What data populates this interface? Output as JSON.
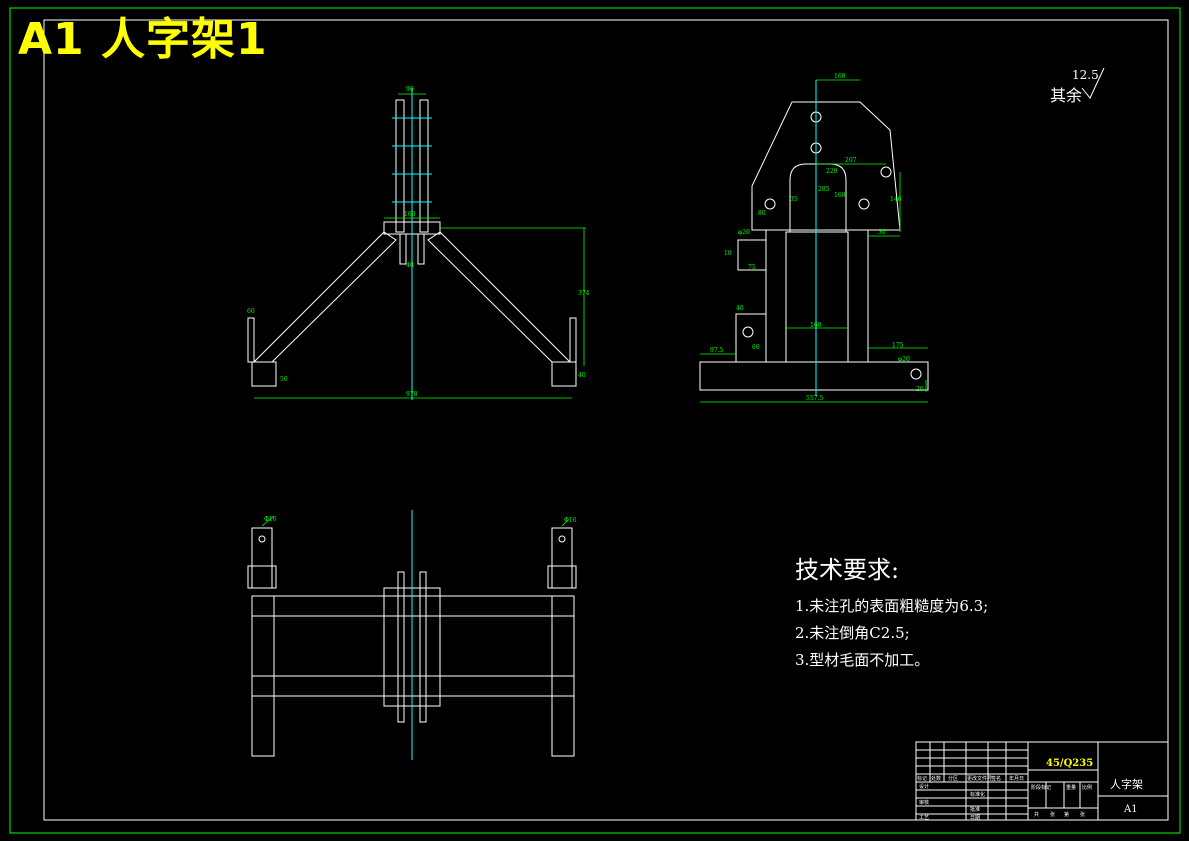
{
  "drawing": {
    "title": "A1  人字架1",
    "roughness_label": "其余",
    "roughness_value": "12.5"
  },
  "tech_requirements": {
    "title": "技术要求:",
    "items": [
      "1.未注孔的表面粗糙度为6.3;",
      "2.未注倒角C2.5;",
      "3.型材毛面不加工。"
    ]
  },
  "front_view": {
    "dims": [
      "90",
      "160",
      "40",
      "374",
      "978",
      "50",
      "40",
      "60"
    ]
  },
  "side_view": {
    "dims": [
      "160",
      "207",
      "220",
      "285",
      "160",
      "35",
      "80",
      "146",
      "30",
      "φ20",
      "10",
      "75",
      "40",
      "60",
      "97.5",
      "160",
      "175",
      "φ20",
      "20",
      "557.5"
    ]
  },
  "top_view": {
    "dims": [
      "Φ16",
      "Φ16"
    ]
  },
  "title_block": {
    "material": "45/Q235",
    "part_name": "人字架",
    "sheet_size": "A1",
    "header_labels": [
      "标记",
      "处数",
      "分区",
      "更改文件号",
      "签名",
      "年月日"
    ],
    "row_labels": [
      "设计",
      "审核",
      "工艺"
    ],
    "side_labels": [
      "标准化",
      "批准",
      "日期"
    ],
    "stage_labels": [
      "阶段标记",
      "重量",
      "比例"
    ],
    "sheet_labels": [
      "共",
      "张",
      "第",
      "张"
    ]
  },
  "colors": {
    "border": "#00ff00",
    "line": "#ffffff",
    "dimension": "#00ff00",
    "centerline": "#00ffff",
    "title": "#ffff00",
    "background": "#000000"
  }
}
